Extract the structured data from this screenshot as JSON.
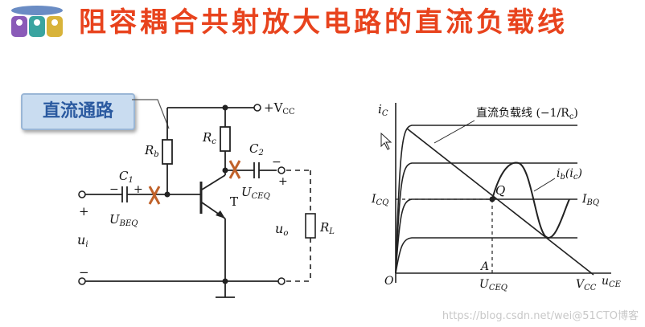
{
  "title": "阻容耦合共射放大电路的直流负载线",
  "callout": "直流通路",
  "circuit": {
    "vcc": "+V",
    "vcc_sub": "CC",
    "rb": "R",
    "rb_sub": "b",
    "rc": "R",
    "rc_sub": "c",
    "c1": "C",
    "c1_sub": "1",
    "c2": "C",
    "c2_sub": "2",
    "ubeq": "U",
    "ubeq_sub": "BEQ",
    "uceq": "U",
    "uceq_sub": "CEQ",
    "t": "T",
    "rl": "R",
    "rl_sub": "L",
    "ui": "u",
    "ui_sub": "i",
    "uo": "u",
    "uo_sub": "o",
    "plus": "+",
    "minus": "−"
  },
  "graph": {
    "ic": "i",
    "ic_sub": "C",
    "load_line": "直流负载线 (−1/R",
    "load_line_sub": "c",
    "load_line_end": ")",
    "ib": "i",
    "ib_sub": "b",
    "ib_paren": "(i",
    "ib_paren_sub": "c",
    "ib_close": ")",
    "icq": "I",
    "icq_sub": "CQ",
    "ibq": "I",
    "ibq_sub": "BQ",
    "q": "Q",
    "a": "A",
    "o": "O",
    "uceq": "U",
    "uceq_sub": "CEQ",
    "vcc": "V",
    "vcc_sub": "CC",
    "uce": "u",
    "uce_sub": "CE"
  },
  "watermark": "https://blog.csdn.net/wei@51CTO博客",
  "colors": {
    "title": "#e8431d",
    "callout_bg": "#c9dcf0",
    "callout_text": "#2b5aa0",
    "cross": "#c0622a"
  }
}
